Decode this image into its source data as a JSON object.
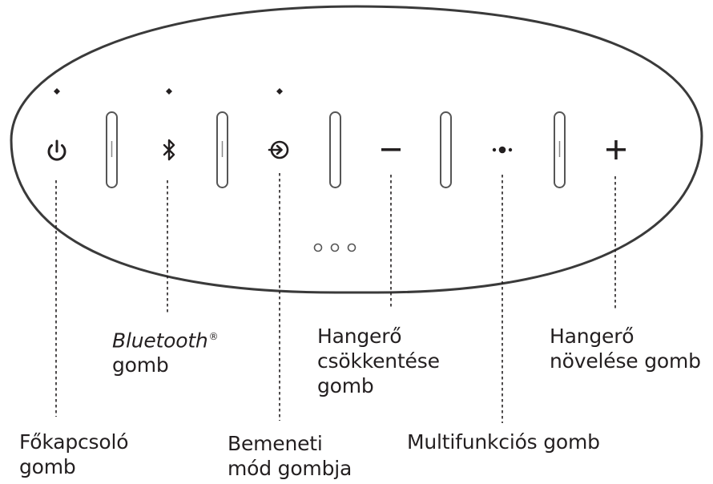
{
  "labels": {
    "power": {
      "line1": "Főkapcsoló",
      "line2": "gomb"
    },
    "bluetooth": {
      "line1": "Bluetooth",
      "trademark": "®",
      "line2": "gomb"
    },
    "input": {
      "line1": "Bemeneti",
      "line2": "mód gombja"
    },
    "volume_down": {
      "line1": "Hangerő",
      "line2": "csökkentése",
      "line3": "gomb"
    },
    "multifunction": {
      "line1": "Multifunkciós gomb"
    },
    "volume_up": {
      "line1": "Hangerő",
      "line2": "növelése gomb"
    }
  },
  "icons": {
    "power": "power-icon",
    "bluetooth": "bluetooth-icon",
    "input": "input-mode-icon",
    "volume_down": "minus-icon",
    "multifunction": "multifunction-dots-icon",
    "volume_up": "plus-icon",
    "status": "status-dots-icon"
  },
  "colors": {
    "stroke": "#3a3a3a",
    "text": "#231f20",
    "surface": "#ffffff"
  }
}
